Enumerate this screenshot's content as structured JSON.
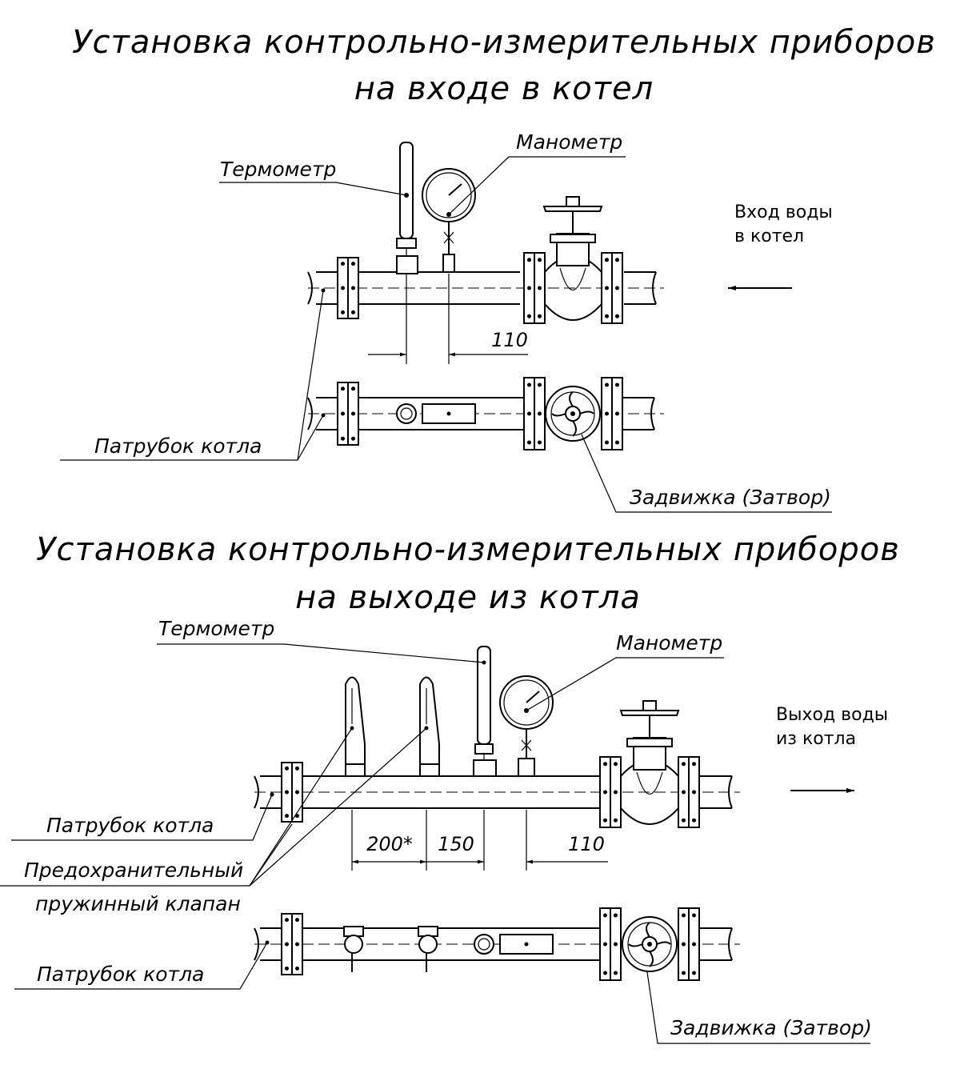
{
  "top": {
    "title_line1": "Установка контрольно-измерительных приборов",
    "title_line2": "на входе в котел",
    "thermometer_label": "Термометр",
    "manometer_label": "Манометр",
    "flow_note_line1": "Вход воды",
    "flow_note_line2": "в котел",
    "dimension_110": "110",
    "nozzle_label": "Патрубок котла",
    "valve_label": "Задвижка (Затвор)"
  },
  "bottom": {
    "title_line1": "Установка контрольно-измерительных приборов",
    "title_line2": "на выходе из котла",
    "thermometer_label": "Термометр",
    "manometer_label": "Манометр",
    "flow_note_line1": "Выход воды",
    "flow_note_line2": "из котла",
    "nozzle_label": "Патрубок котла",
    "safety_valve_line1": "Предохранительный",
    "safety_valve_line2": "пружинный клапан",
    "dimension_200": "200*",
    "dimension_150": "150",
    "dimension_110": "110",
    "nozzle_label_plan": "Патрубок котла",
    "valve_label": "Задвижка (Затвор)"
  }
}
